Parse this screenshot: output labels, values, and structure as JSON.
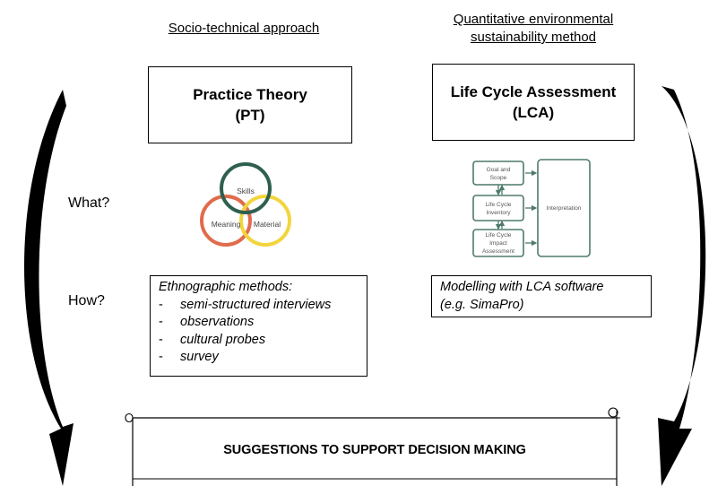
{
  "left": {
    "heading": "Socio-technical approach",
    "title_line1": "Practice Theory",
    "title_line2": "(PT)",
    "diagram": {
      "circles": [
        "Skills",
        "Meaning",
        "Material"
      ]
    },
    "methods": {
      "heading": "Ethnographic methods:",
      "items": [
        "semi-structured interviews",
        "observations",
        "cultural probes",
        "survey"
      ]
    }
  },
  "right": {
    "heading_line1": "Quantitative environmental",
    "heading_line2": "sustainability method",
    "title_line1": "Life Cycle Assessment",
    "title_line2": "(LCA)",
    "diagram": {
      "stage1": [
        "Goal and",
        "Scope"
      ],
      "stage2": [
        "Life Cycle",
        "Inventory"
      ],
      "stage3": [
        "Life Cycle",
        "Impact",
        "Assessment"
      ],
      "interpretation": "Interpretation"
    },
    "methods": {
      "line1": "Modelling with LCA software",
      "line2": "(e.g. SimaPro)"
    }
  },
  "rows": {
    "what": "What?",
    "how": "How?"
  },
  "banner": {
    "text": "SUGGESTIONS TO SUPPORT DECISION MAKING"
  },
  "colors": {
    "skills_circle": "#2f5f4f",
    "meaning_circle": "#e06c4d",
    "material_circle": "#f2d53c",
    "lca_green": "#4d7a6a"
  }
}
